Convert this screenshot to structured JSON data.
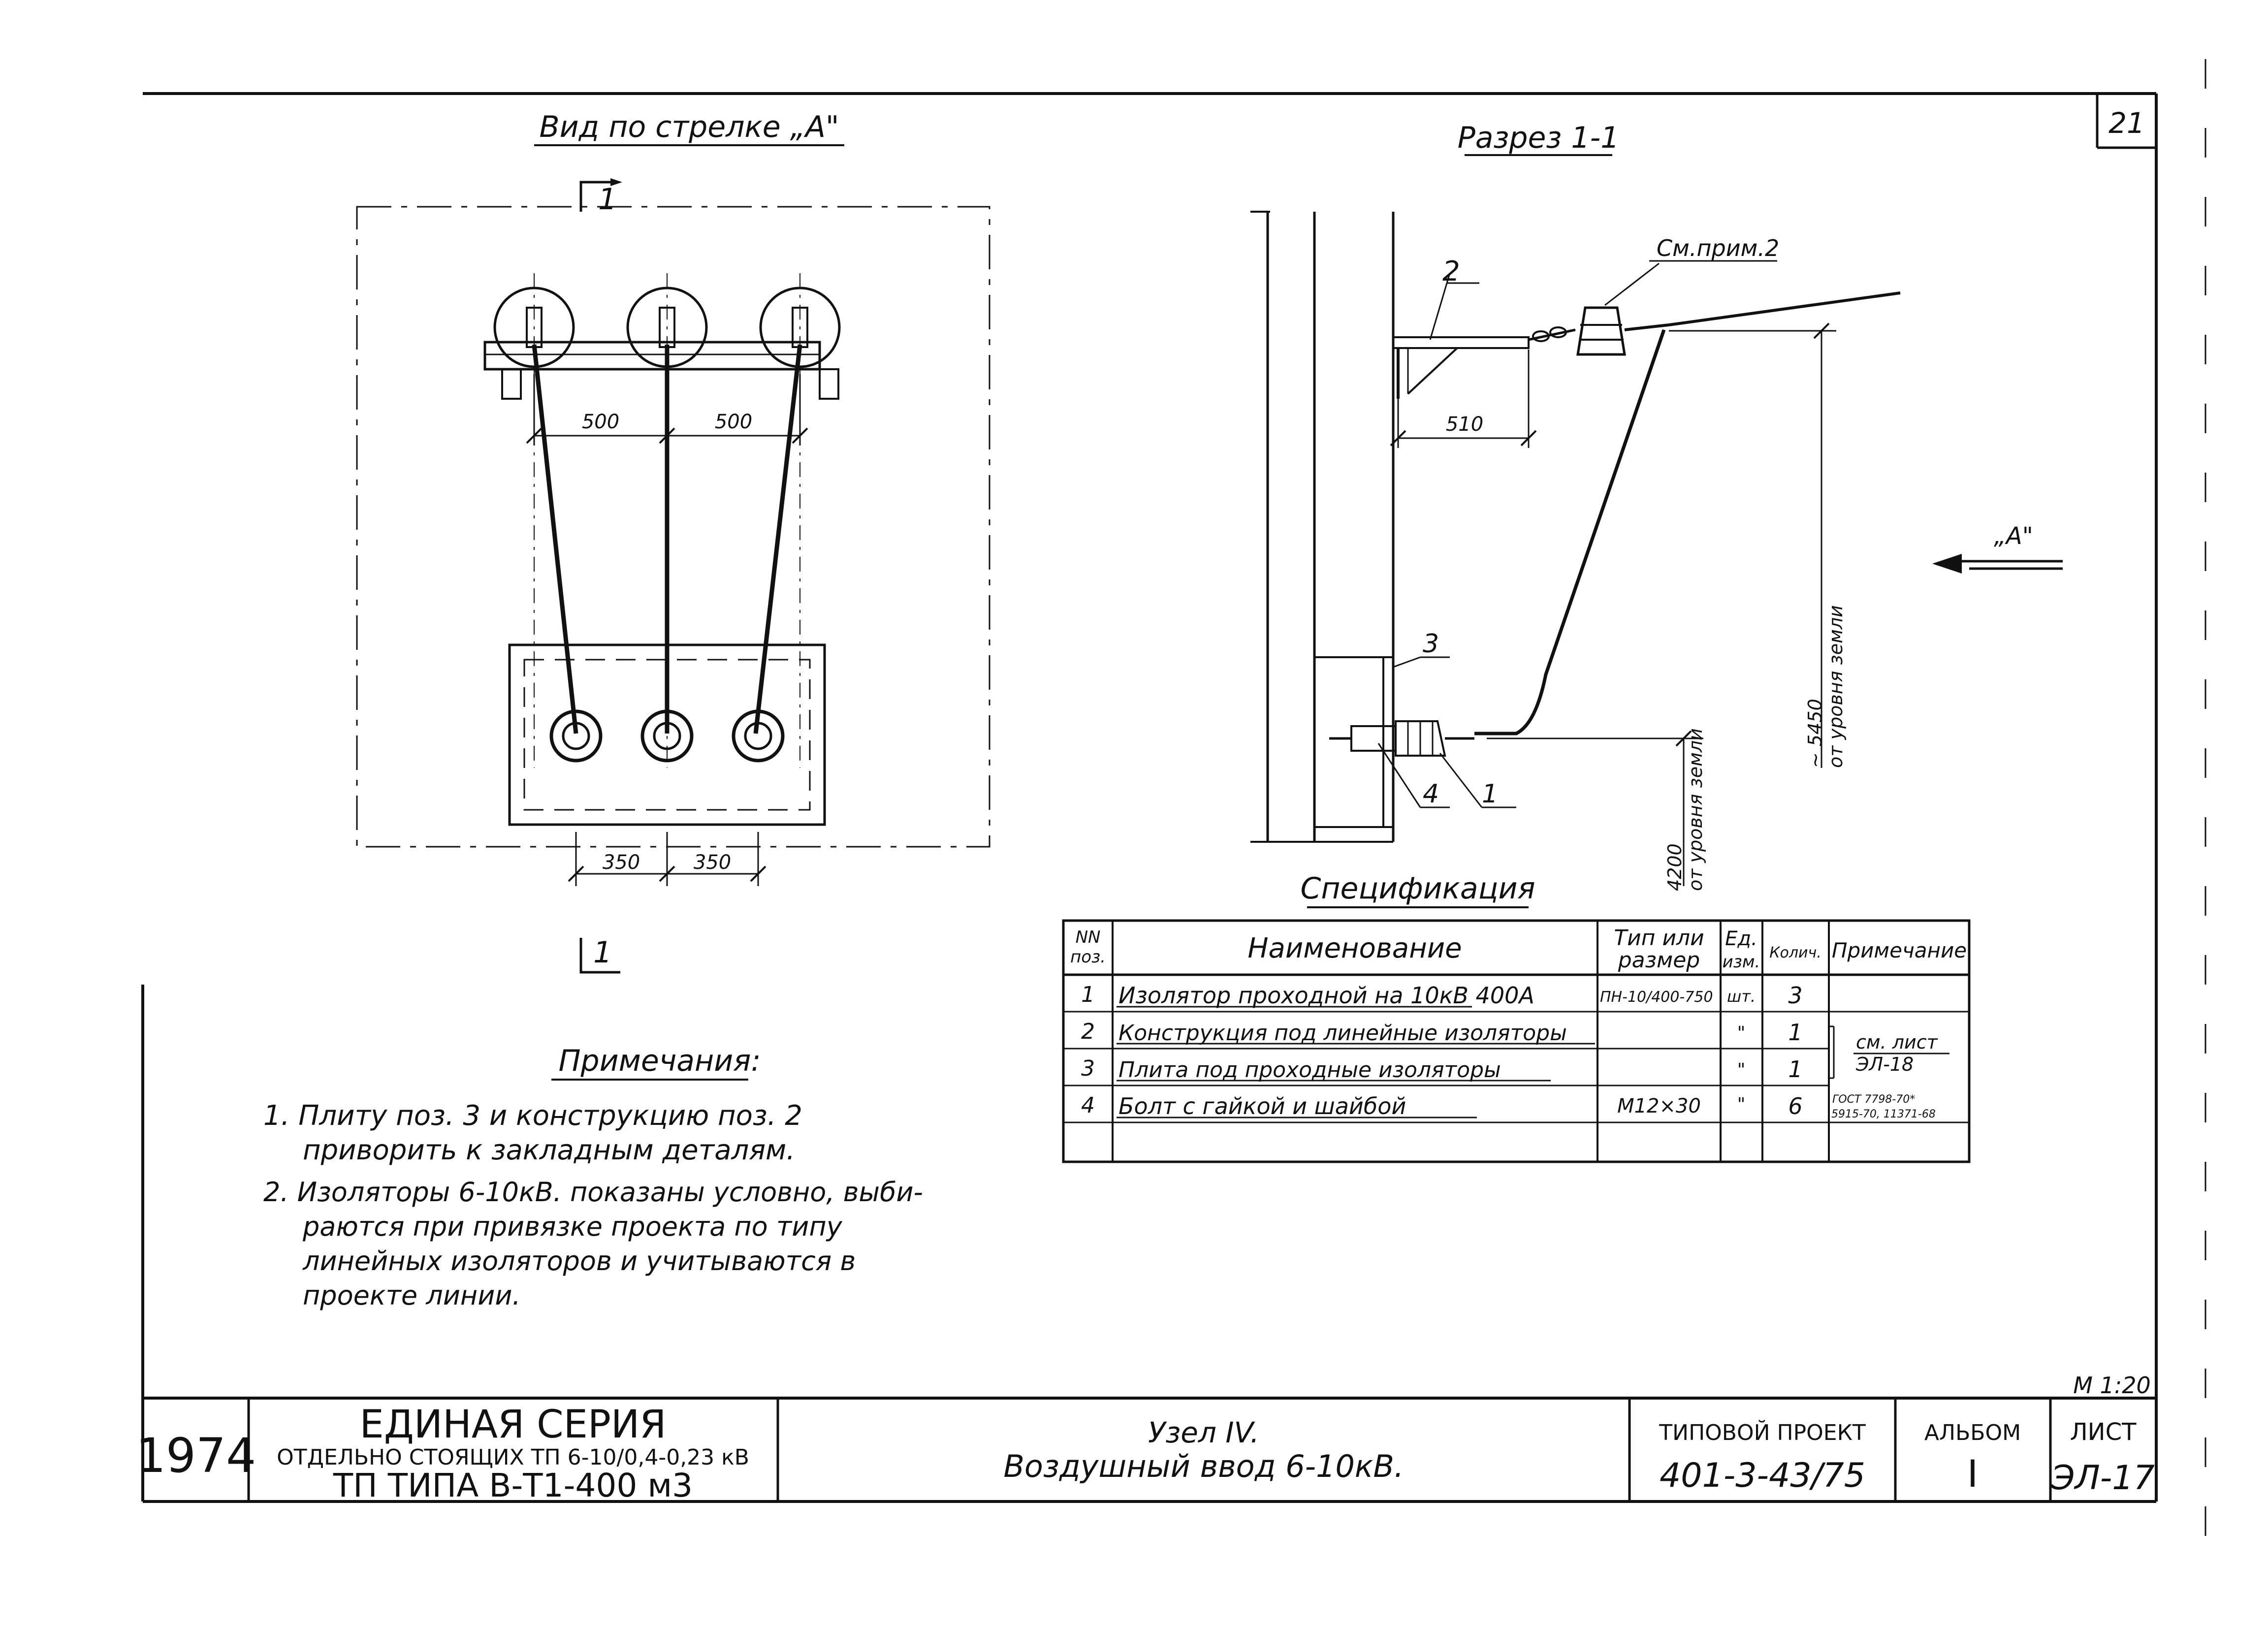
{
  "sheet_number": "21",
  "left_view": {
    "title": "Вид по стрелке „А\"",
    "section_mark_top": "1",
    "section_mark_bottom": "1",
    "dims": {
      "d1": "500",
      "d2": "500",
      "d3": "350",
      "d4": "350"
    }
  },
  "right_view": {
    "title": "Разрез 1-1",
    "note_ref": "См.прим.2",
    "pos": {
      "p2": "2",
      "p3": "3",
      "p4": "4",
      "p1": "1"
    },
    "dim_510": "510",
    "height_upper_1": "~ 5450",
    "height_upper_2": "от уровня земли",
    "height_lower_1": "4200",
    "height_lower_2": "от уровня земли",
    "arrow_label": "„А\""
  },
  "spec": {
    "title": "Спецификация",
    "headers": {
      "num_1": "NN",
      "num_2": "поз.",
      "name": "Наименование",
      "type_1": "Тип или",
      "type_2": "размер",
      "unit_1": "Ед.",
      "unit_2": "изм.",
      "qty": "Колич.",
      "note": "Примечание"
    },
    "rows": [
      {
        "n": "1",
        "name": "Изолятор проходной на 10кВ 400А",
        "type": "ПН-10/400-750",
        "unit": "шт.",
        "qty": "3",
        "note": ""
      },
      {
        "n": "2",
        "name": "Конструкция под линейные изоляторы",
        "type": "",
        "unit": "\"",
        "qty": "1",
        "note": "см. лист"
      },
      {
        "n": "3",
        "name": "Плита под проходные изоляторы",
        "type": "",
        "unit": "\"",
        "qty": "1",
        "note": "ЭЛ-18"
      },
      {
        "n": "4",
        "name": "Болт с гайкой и шайбой",
        "type": "М12×30",
        "unit": "\"",
        "qty": "6",
        "note": "ГОСТ 7798-70*",
        "note_2": "5915-70, 11371-68"
      }
    ]
  },
  "notes": {
    "title": "Примечания:",
    "n1_l1": "1. Плиту поз. 3 и конструкцию поз. 2",
    "n1_l2": "приворить к закладным деталям.",
    "n2_l1": "2. Изоляторы 6-10кВ. показаны условно, выби-",
    "n2_l2": "раются при привязке проекта по типу",
    "n2_l3": "линейных изоляторов и учитываются в",
    "n2_l4": "проекте линии."
  },
  "scale": "М 1:20",
  "title_block": {
    "year": "1974",
    "series_title": "ЕДИНАЯ СЕРИЯ",
    "series_sub_1": "ОТДЕЛЬНО СТОЯЩИХ ТП 6-10/0,4-0,23 кВ",
    "series_sub_2": "ТП ТИПА В-Т1-400 м3",
    "node_line_1": "Узел IV.",
    "node_line_2": "Воздушный ввод 6-10кВ.",
    "project_label": "ТИПОВОЙ ПРОЕКТ",
    "project_value": "401-3-43/75",
    "album_label": "АЛЬБОМ",
    "album_value": "I",
    "sheet_label": "ЛИСТ",
    "sheet_value": "ЭЛ-17"
  }
}
